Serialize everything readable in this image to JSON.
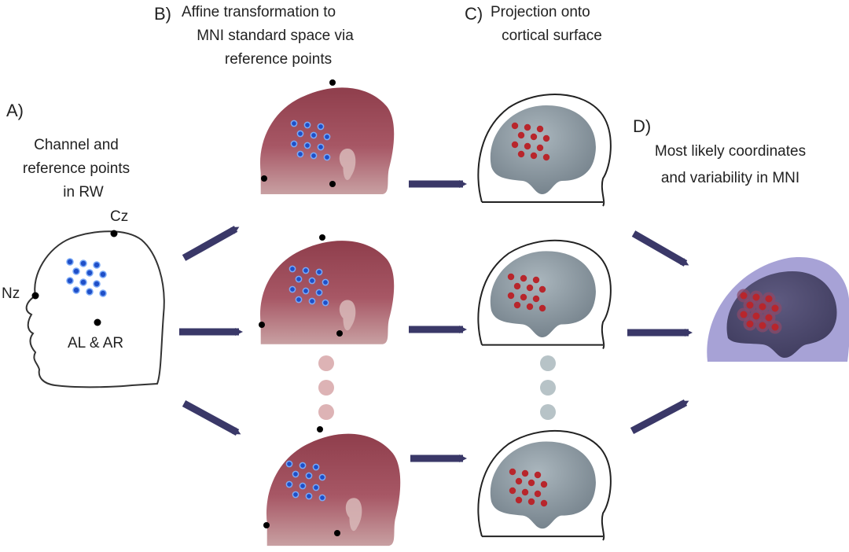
{
  "panels": {
    "a": {
      "letter": "A)",
      "caption_lines": [
        "Channel and",
        "reference points",
        "in RW"
      ]
    },
    "b": {
      "letter": "B)",
      "caption_lines": [
        "Affine transformation to",
        "MNI standard space via",
        "reference points"
      ]
    },
    "c": {
      "letter": "C)",
      "caption_lines": [
        "Projection onto",
        "cortical surface"
      ]
    },
    "d": {
      "letter": "D)",
      "caption_lines": [
        "Most likely coordinates",
        "and variability in MNI"
      ]
    }
  },
  "reference_points": {
    "cz": "Cz",
    "nz": "Nz",
    "al_ar": "AL & AR"
  },
  "colors": {
    "arrow": "#3a3868",
    "head_skin": "#9b4a56",
    "channel_blue": "#1f4fc8",
    "channel_red": "#b8262c",
    "brain_gray": "#8e9aa3",
    "brain_dark": "#4e4a6e",
    "mni_halo": "#a7a2d6",
    "ellipsis_pink": "#ddb3b5",
    "ellipsis_gray": "#b7c3c7",
    "outline": "#333333",
    "ref_point": "#000000"
  }
}
